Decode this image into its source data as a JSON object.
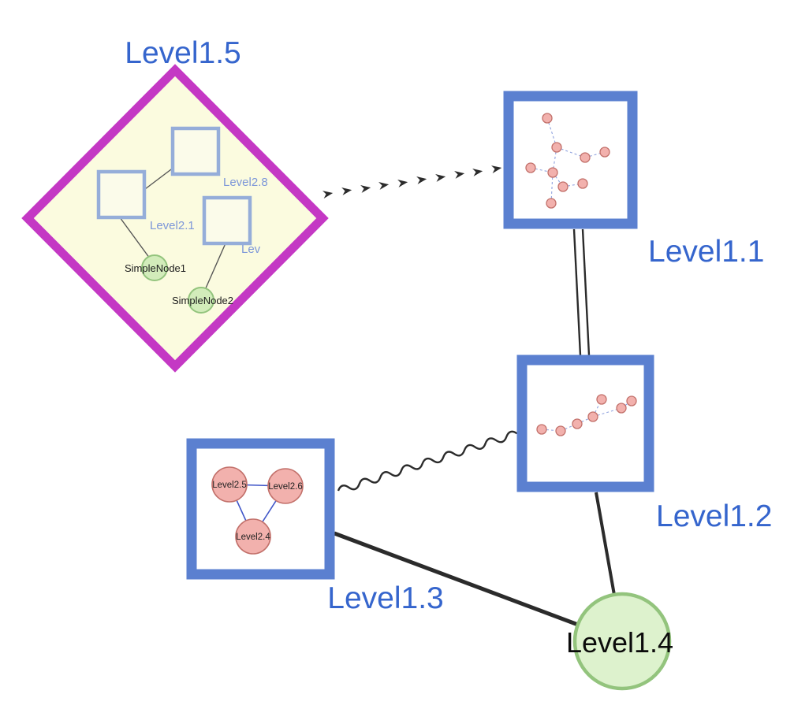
{
  "labels": {
    "level1_5": "Level1.5",
    "level1_1": "Level1.1",
    "level1_2": "Level1.2",
    "level1_3": "Level1.3",
    "level1_4": "Level1.4",
    "level2_8": "Level2.8",
    "level2_1": "Level2.1",
    "level2_trunc": "Lev",
    "simple_node_1": "SimpleNode1",
    "simple_node_2": "SimpleNode2",
    "level2_5": "Level2.5",
    "level2_6": "Level2.6",
    "level2_4": "Level2.4"
  },
  "edges": [
    {
      "from": "Level1.5",
      "to": "Level1.1",
      "style": "dashed-arrow"
    },
    {
      "from": "Level1.1",
      "to": "Level1.2",
      "style": "double-line"
    },
    {
      "from": "Level1.3",
      "to": "Level1.2",
      "style": "wavy"
    },
    {
      "from": "Level1.3",
      "to": "Level1.4",
      "style": "solid"
    },
    {
      "from": "Level1.2",
      "to": "Level1.4",
      "style": "solid"
    },
    {
      "from": "Level2.1",
      "to": "Level2.8",
      "style": "solid"
    },
    {
      "from": "Level2.1",
      "to": "SimpleNode1",
      "style": "solid"
    },
    {
      "from": "Lev",
      "to": "SimpleNode2",
      "style": "solid"
    },
    {
      "from": "Level2.5",
      "to": "Level2.6",
      "style": "solid"
    },
    {
      "from": "Level2.5",
      "to": "Level2.4",
      "style": "solid"
    },
    {
      "from": "Level2.6",
      "to": "Level2.4",
      "style": "solid"
    }
  ],
  "colors": {
    "label_blue": "#3565cd",
    "inner_label_blue": "#7d97d9",
    "node_border_blue": "#5b80d0",
    "node_fill": "#ffffff",
    "diamond_border": "#c438c4",
    "diamond_fill": "#fbfbdf",
    "inner_square_border": "#95add9",
    "inner_square_fill": "#fbfbea",
    "green_fill": "#d2ecba",
    "green_border": "#93c47d",
    "level14_fill": "#ddf2cd",
    "pink_fill": "#f2b1ad",
    "pink_border": "#c2706a",
    "edge_black": "#2b2b2b",
    "edge_gray": "#555555",
    "dashed_edge_blue": "#8fa2de",
    "triangle_edge_blue": "#4056c8"
  }
}
